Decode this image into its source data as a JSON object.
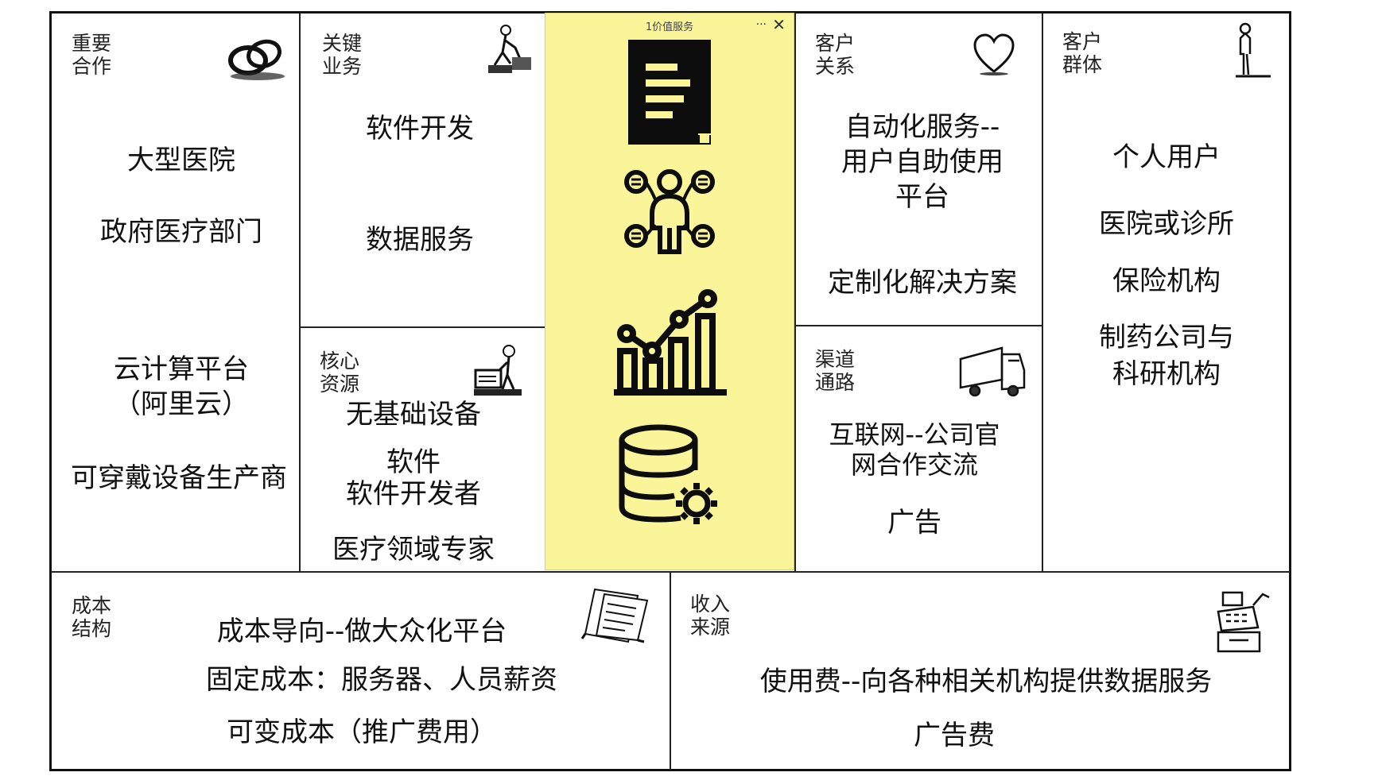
{
  "note": {
    "title": "1价值服务",
    "more": "···",
    "close": "✕"
  },
  "partners": {
    "head": "重要\n合作",
    "items": [
      "大型医院",
      "政府医疗部门",
      "云计算平台\n（阿里云）",
      "可穿戴设备生产商"
    ]
  },
  "activities": {
    "head": "关键\n业务",
    "items": [
      "软件开发",
      "数据服务"
    ]
  },
  "resources": {
    "head": "核心\n资源",
    "items": [
      "无基础设备",
      "软件\n软件开发者",
      "医疗领域专家"
    ]
  },
  "relations": {
    "head": "客户\n关系",
    "items": [
      "自动化服务--\n用户自助使用\n平台",
      "定制化解决方案"
    ]
  },
  "channels": {
    "head": "渠道\n通路",
    "items": [
      "互联网--公司官\n网合作交流",
      "广告"
    ]
  },
  "segments": {
    "head": "客户\n群体",
    "items": [
      "个人用户",
      "医院或诊所",
      "保险机构",
      "制药公司与\n科研机构"
    ]
  },
  "cost": {
    "head": "成本\n结构",
    "items": [
      "成本导向--做大众化平台",
      "固定成本：服务器、人员薪资",
      "可变成本（推广费用）"
    ]
  },
  "revenue": {
    "head": "收入\n来源",
    "items": [
      "使用费--向各种相关机构提供数据服务",
      "广告费"
    ]
  },
  "icons": [
    "rings-icon",
    "worker-icon",
    "heart-icon",
    "person-icon",
    "forklift-icon",
    "truck-icon",
    "receipt-icon",
    "cash-register-icon",
    "document-icon",
    "people-network-icon",
    "growth-chart-icon",
    "database-gear-icon"
  ]
}
